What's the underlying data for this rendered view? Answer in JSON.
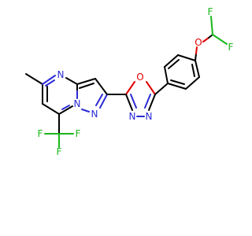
{
  "molecule": {
    "colors": {
      "carbon_bond": "#000000",
      "nitrogen": "#2b2bd6",
      "oxygen": "#e10000",
      "fluorine": "#19b719"
    },
    "atoms": {
      "n_pyrimidine": "N",
      "n_bridge": "N",
      "n_pyrazole": "N",
      "o_oxadiazole": "O",
      "n_oxadiazole_a": "N",
      "n_oxadiazole_b": "N",
      "o_ether": "O",
      "f_cf3_a": "F",
      "f_cf3_b": "F",
      "f_cf3_c": "F",
      "f_chf2_a": "F",
      "f_chf2_b": "F"
    }
  }
}
